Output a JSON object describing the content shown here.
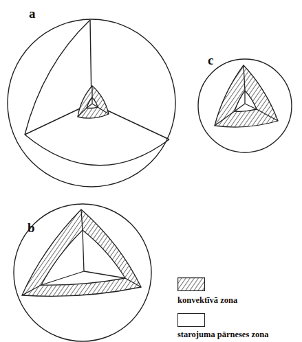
{
  "diagram": {
    "labels": [
      "a",
      "c",
      "b"
    ],
    "legend": [
      {
        "text": "konvektīvā zona"
      },
      {
        "text": "starojuma pārneses zona",
        "color": "#ffffff"
      }
    ]
  }
}
